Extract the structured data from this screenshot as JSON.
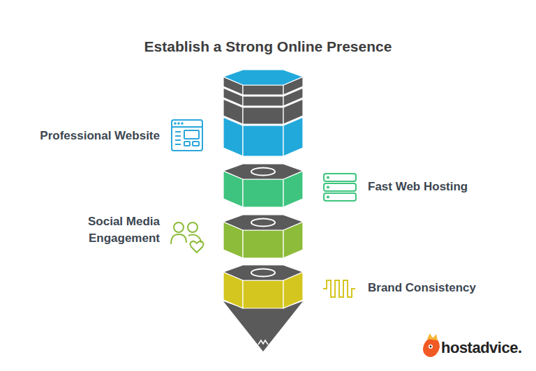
{
  "diagram": {
    "title": "Establish a Strong Online Presence",
    "nodes": [
      {
        "text": [
          "Professional Website"
        ]
      },
      {
        "text": [
          "Fast Web Hosting"
        ]
      },
      {
        "text": [
          "Social Media Engagement"
        ]
      },
      {
        "text": [
          "Brand Consistency"
        ]
      }
    ],
    "labels": [
      "hostadvice."
    ]
  }
}
